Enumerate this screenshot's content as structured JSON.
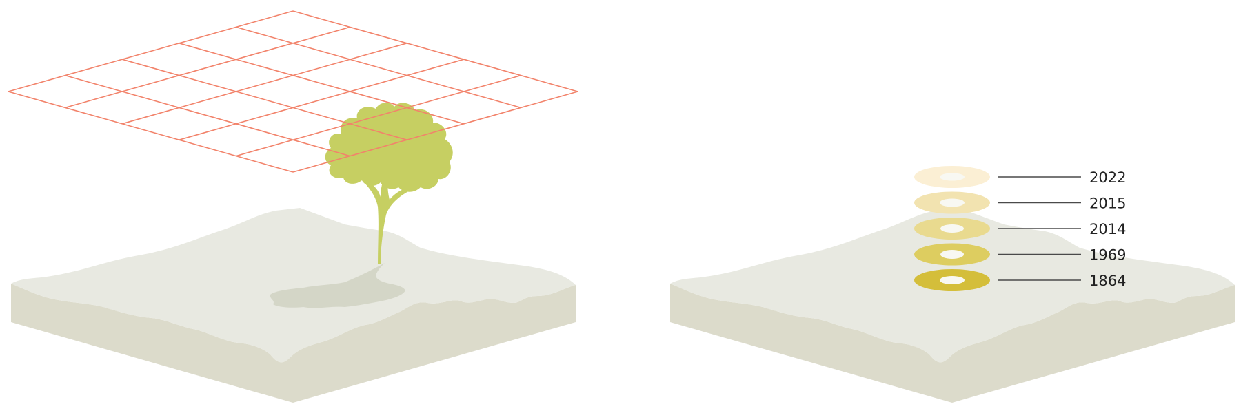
{
  "colors": {
    "terrain_top": "#e8e9e1",
    "terrain_side": "#dcdbcb",
    "grid_line": "#f2836b",
    "tree": "#c6cf62",
    "tree_shadow": "#d4d6c7",
    "leader_line": "#4a4a4a",
    "year_text": "#222222"
  },
  "left_panel": {
    "grid": {
      "rows": 5,
      "cols": 5
    }
  },
  "right_panel": {
    "rings": [
      {
        "label": "2022",
        "color": "#fbefd4"
      },
      {
        "label": "2015",
        "color": "#f2e3b0"
      },
      {
        "label": "2014",
        "color": "#e9da8f"
      },
      {
        "label": "1969",
        "color": "#ddcd60"
      },
      {
        "label": "1864",
        "color": "#d4be3a"
      }
    ]
  }
}
